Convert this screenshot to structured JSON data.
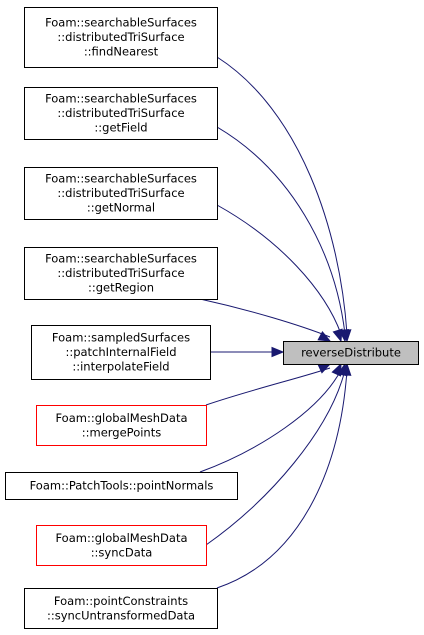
{
  "target": {
    "label": "reverseDistribute",
    "fill": "#bfbfbf",
    "border": "#000000"
  },
  "callers": [
    {
      "id": "findNearest",
      "lines": [
        "Foam::searchableSurfaces",
        "::distributedTriSurface",
        "::findNearest"
      ],
      "border": "#000000"
    },
    {
      "id": "getField",
      "lines": [
        "Foam::searchableSurfaces",
        "::distributedTriSurface",
        "::getField"
      ],
      "border": "#000000"
    },
    {
      "id": "getNormal",
      "lines": [
        "Foam::searchableSurfaces",
        "::distributedTriSurface",
        "::getNormal"
      ],
      "border": "#000000"
    },
    {
      "id": "getRegion",
      "lines": [
        "Foam::searchableSurfaces",
        "::distributedTriSurface",
        "::getRegion"
      ],
      "border": "#000000"
    },
    {
      "id": "interpolateField",
      "lines": [
        "Foam::sampledSurfaces",
        "::patchInternalField",
        "::interpolateField"
      ],
      "border": "#000000"
    },
    {
      "id": "mergePoints",
      "lines": [
        "Foam::globalMeshData",
        "::mergePoints"
      ],
      "border": "#ff0000"
    },
    {
      "id": "pointNormals",
      "lines": [
        "Foam::PatchTools::pointNormals"
      ],
      "border": "#000000"
    },
    {
      "id": "syncData",
      "lines": [
        "Foam::globalMeshData",
        "::syncData"
      ],
      "border": "#ff0000"
    },
    {
      "id": "syncUntransformedData",
      "lines": [
        "Foam::pointConstraints",
        "::syncUntransformedData"
      ],
      "border": "#000000"
    }
  ],
  "edge_color": "#191970"
}
